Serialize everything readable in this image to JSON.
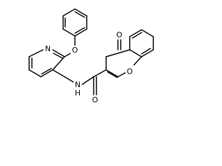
{
  "molecule": {
    "atoms": {
      "pyridine_n": "N",
      "ether_o": "O",
      "amide_nh": "N",
      "amide_h": "H",
      "amide_o": "O",
      "keto_o": "O",
      "ring_o": "O"
    }
  }
}
